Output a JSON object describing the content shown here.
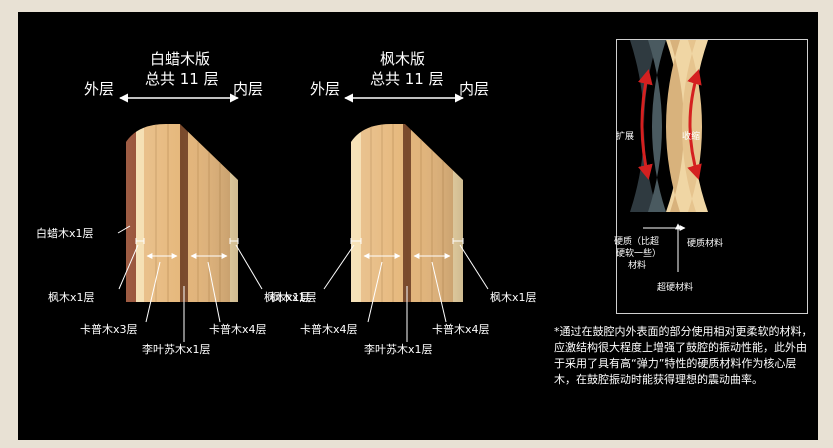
{
  "left_panel": {
    "title_line1": "白蜡木版",
    "title_line2": "总共 11 层",
    "outer_label": "外层",
    "inner_label": "内层",
    "labels": {
      "ash": "白蜡木x1层",
      "maple_left": "枫木x1层",
      "maple_right": "枫木x1层",
      "kapur_left": "卡普木x3层",
      "kapur_right": "卡普木x4层",
      "sycamore": "李叶苏木x1层"
    }
  },
  "right_panel": {
    "title_line1": "枫木版",
    "title_line2": "总共 11 层",
    "outer_label": "外层",
    "inner_label": "内层",
    "labels": {
      "maple_left": "枫木x1层",
      "maple_right": "枫木x1层",
      "kapur_left": "卡普木x4层",
      "kapur_right": "卡普木x4层",
      "sycamore": "李叶苏木x1层"
    }
  },
  "shell_diagram": {
    "expand": "扩展",
    "contract": "收缩",
    "soft_line1": "硬质（比超",
    "soft_line2": "硬软一些）",
    "soft_line3": "材料",
    "hard": "硬质材料",
    "super_hard": "超硬材料"
  },
  "footnote": "*通过在鼓腔内外表面的部分使用相对更柔软的材料，应激结构很大程度上增强了鼓腔的振动性能，此外由于采用了具有高“弹力”特性的硬质材料作为核心层木，在鼓腔振动时能获得理想的震动曲率。",
  "colors": {
    "background": "#000000",
    "frame": "#e8e1d4",
    "ash_layer": "#8a3a1c",
    "maple_layer": "#f2d9a8",
    "kapur_layer": "#e2b47a",
    "sycamore_layer": "#7a4a2c",
    "arrow_red": "#d42020",
    "text": "#ffffff"
  }
}
